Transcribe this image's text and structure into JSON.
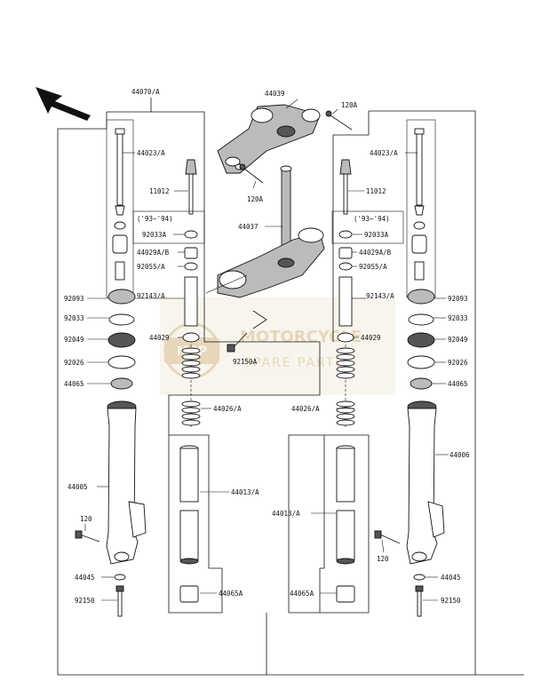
{
  "watermark": {
    "line1": "MOTORCYCLE",
    "line2": "SPARE PARTS",
    "logo_text": "MSP",
    "color": "#c9a86a"
  },
  "front_arrow": "arrow-icon",
  "labels": {
    "p44070": "44070/A",
    "p44039": "44039",
    "p120a_top": "120A",
    "p120a_mid": "120A",
    "p44023_left": "44023/A",
    "p44023_right": "44023/A",
    "p11012_left": "11012",
    "p11012_right": "11012",
    "p44037": "44037",
    "year_left": "('93~'94)",
    "year_right": "('93~'94)",
    "p92033a_left": "92033A",
    "p92033a_right": "92033A",
    "p44029ab_left": "44029A/B",
    "p44029ab_right": "44029A/B",
    "p92055_left": "92055/A",
    "p92055_right": "92055/A",
    "p92093_left": "92093",
    "p92093_right": "92093",
    "p92143_left": "92143/A",
    "p92143_right": "92143/A",
    "p92033_left": "92033",
    "p92033_right": "92033",
    "p92049_left": "92049",
    "p92049_right": "92049",
    "p44029_left": "44029",
    "p44029_right": "44029",
    "p92150a": "92150A",
    "p92026_left": "92026",
    "p92026_right": "92026",
    "p44065_left": "44065",
    "p44065_right": "44065",
    "p44026_left": "44026/A",
    "p44026_right": "44026/A",
    "p44006": "44006",
    "p44005": "44005",
    "p44013_left": "44013/A",
    "p44013_right": "44013/A",
    "p120_left": "120",
    "p120_right": "120",
    "p44045_left": "44045",
    "p44045_right": "44045",
    "p44065a_left": "44065A",
    "p44065a_right": "44065A",
    "p92150_left": "92150",
    "p92150_right": "92150"
  }
}
